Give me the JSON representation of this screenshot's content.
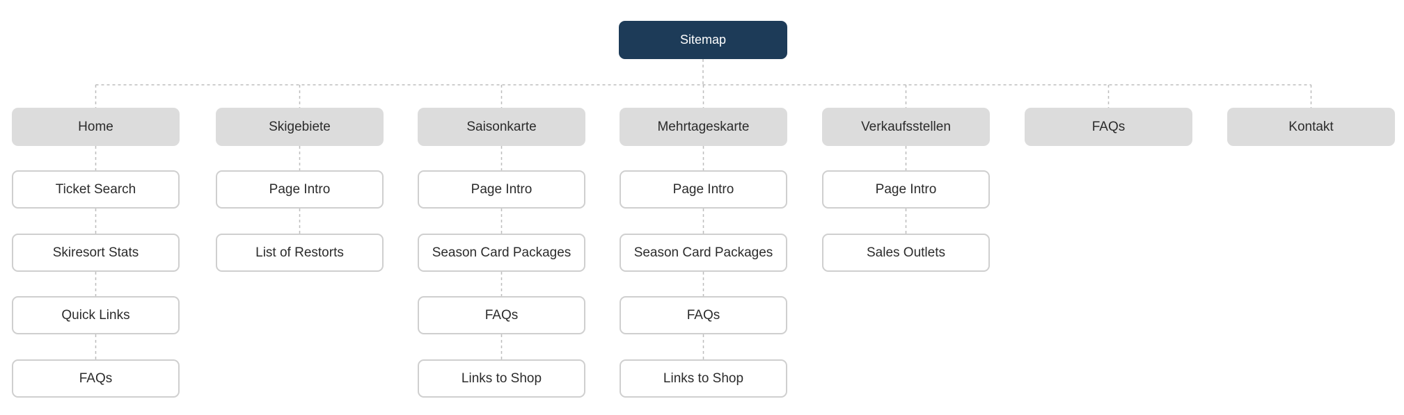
{
  "root": {
    "label": "Sitemap"
  },
  "sections": [
    {
      "id": "home",
      "label": "Home",
      "children": [
        "Ticket Search",
        "Skiresort Stats",
        "Quick Links",
        "FAQs"
      ]
    },
    {
      "id": "skigebiete",
      "label": "Skigebiete",
      "children": [
        "Page Intro",
        "List of Restorts"
      ]
    },
    {
      "id": "saisonkarte",
      "label": "Saisonkarte",
      "children": [
        "Page Intro",
        "Season Card Packages",
        "FAQs",
        "Links to Shop"
      ]
    },
    {
      "id": "mehrtageskarte",
      "label": "Mehrtageskarte",
      "children": [
        "Page Intro",
        "Season Card Packages",
        "FAQs",
        "Links to Shop"
      ]
    },
    {
      "id": "verkaufsstellen",
      "label": "Verkaufsstellen",
      "children": [
        "Page Intro",
        "Sales Outlets"
      ]
    },
    {
      "id": "faqs",
      "label": "FAQs",
      "children": []
    },
    {
      "id": "kontakt",
      "label": "Kontakt",
      "children": []
    }
  ]
}
